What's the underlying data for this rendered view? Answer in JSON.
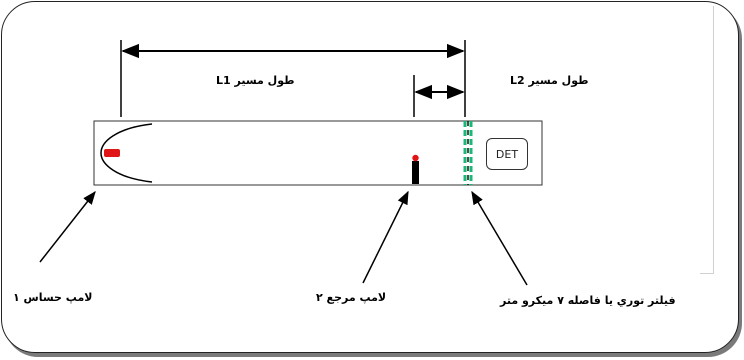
{
  "labels": {
    "path_length_1": "طول مسير L1",
    "path_length_2": "طول مسير L2",
    "detector": "DET",
    "lamp_sensitive_1": "لامپ حساس ۱",
    "lamp_reference_2": "لامپ مرجع ۲",
    "filter": "فيلتر توري يا فاصله ۷ ميکرو متر"
  },
  "colors": {
    "lamp_red": "#e01515",
    "filter_green": "#19b878",
    "line": "#000000"
  }
}
